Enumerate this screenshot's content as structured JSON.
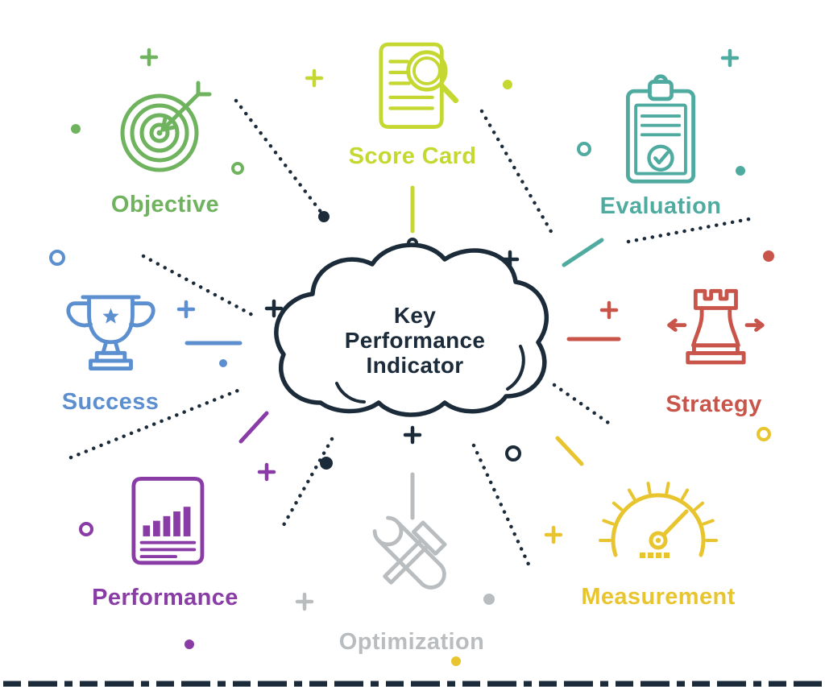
{
  "diagram": {
    "title": "Key Performance Indicator",
    "center": {
      "lines": [
        "Key",
        "Performance",
        "Indicator"
      ],
      "color": "#1c2b39"
    },
    "nodes": [
      {
        "id": "objective",
        "label": "Objective",
        "color": "#6fb35f",
        "icon": "target-icon"
      },
      {
        "id": "score-card",
        "label": "Score Card",
        "color": "#c5d832",
        "icon": "scroll-magnifier-icon"
      },
      {
        "id": "evaluation",
        "label": "Evaluation",
        "color": "#4faba0",
        "icon": "clipboard-check-icon"
      },
      {
        "id": "success",
        "label": "Success",
        "color": "#5c8fd0",
        "icon": "trophy-icon"
      },
      {
        "id": "strategy",
        "label": "Strategy",
        "color": "#c9544a",
        "icon": "chess-rook-icon"
      },
      {
        "id": "performance",
        "label": "Performance",
        "color": "#8a3ca6",
        "icon": "bar-chart-scroll-icon"
      },
      {
        "id": "optimization",
        "label": "Optimization",
        "color": "#b9bdbf",
        "icon": "crossed-tools-icon"
      },
      {
        "id": "measurement",
        "label": "Measurement",
        "color": "#e8c52e",
        "icon": "gauge-icon"
      }
    ],
    "palette": {
      "navy": "#1c2b39",
      "green": "#6fb35f",
      "lime": "#c5d832",
      "teal": "#4faba0",
      "blue": "#5c8fd0",
      "red": "#c9544a",
      "purple": "#8a3ca6",
      "gray": "#b9bdbf",
      "yellow": "#e8c52e",
      "background": "#ffffff"
    }
  }
}
